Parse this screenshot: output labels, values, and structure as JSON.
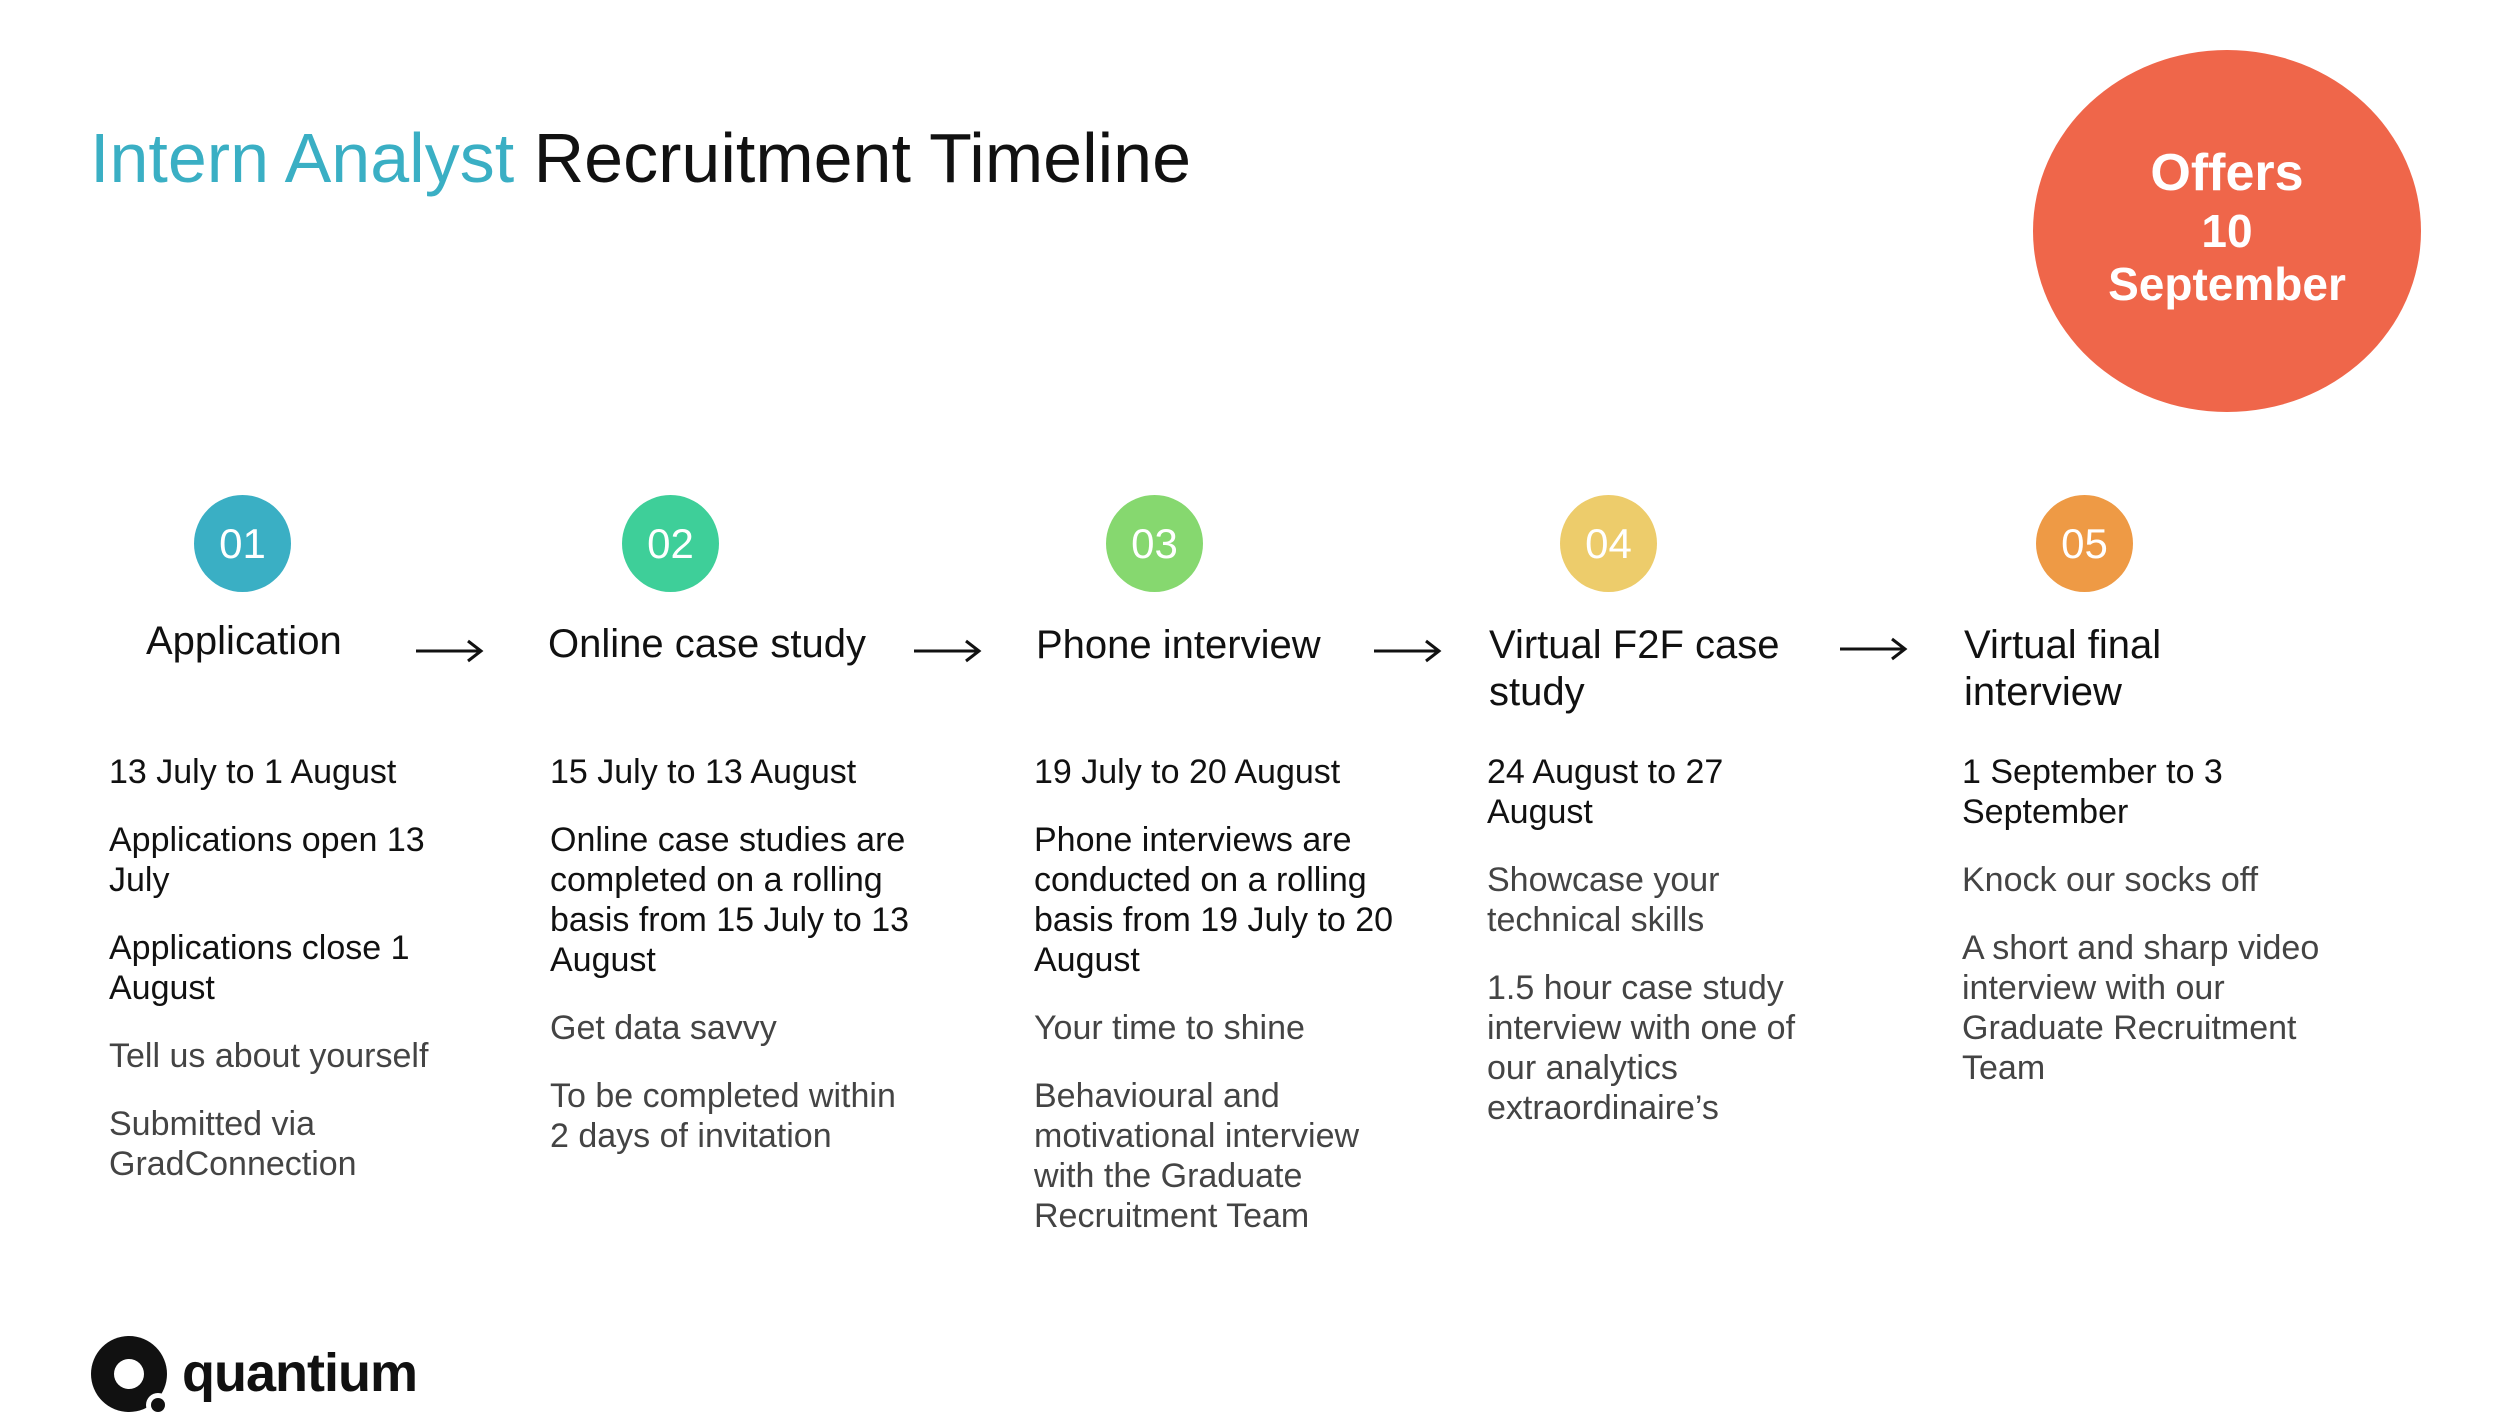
{
  "title": {
    "accent": "Intern Analyst",
    "rest": " Recruitment Timeline"
  },
  "offers": {
    "line1": "Offers",
    "line2": "10",
    "line3": "September"
  },
  "colors": {
    "accent": "#3AAFC4",
    "offers": "#EF664A",
    "badge1": "#3AAFC4",
    "badge2": "#3ECF99",
    "badge3": "#86D86F",
    "badge4": "#EDCC6B",
    "badge5": "#EE9A45"
  },
  "icons": {
    "arrow": "long-right-arrow-icon",
    "logo": "quantium-logo-icon"
  },
  "stages": [
    {
      "number": "01",
      "title": "Application",
      "date": "13 July to 1 August",
      "bold_items": [
        "Applications open 13 July",
        "Applications close 1 August"
      ],
      "items": [
        "Tell us about yourself",
        "Submitted via GradConnection"
      ]
    },
    {
      "number": "02",
      "title": "Online case study",
      "date": "15 July to 13 August",
      "bold_items": [
        "Online case studies are completed on a rolling basis from 15 July to 13 August"
      ],
      "items": [
        "Get data savvy",
        "To be completed within 2 days of invitation"
      ]
    },
    {
      "number": "03",
      "title": "Phone interview",
      "date": "19 July to 20 August",
      "bold_items": [
        "Phone interviews are conducted on a rolling basis from 19 July to 20 August"
      ],
      "items": [
        "Your time to shine",
        "Behavioural and motivational interview with the Graduate Recruitment Team"
      ]
    },
    {
      "number": "04",
      "title": "Virtual F2F case study",
      "date": "24 August to 27 August",
      "bold_items": [],
      "items": [
        "Showcase your technical skills",
        "1.5 hour case study interview with one of our analytics extraordinaire’s"
      ]
    },
    {
      "number": "05",
      "title": "Virtual final interview",
      "date": "1 September to 3 September",
      "bold_items": [],
      "items": [
        "Knock our socks off",
        "A short and sharp video interview with our Graduate Recruitment Team"
      ]
    }
  ],
  "logo": {
    "text": "quantium"
  }
}
